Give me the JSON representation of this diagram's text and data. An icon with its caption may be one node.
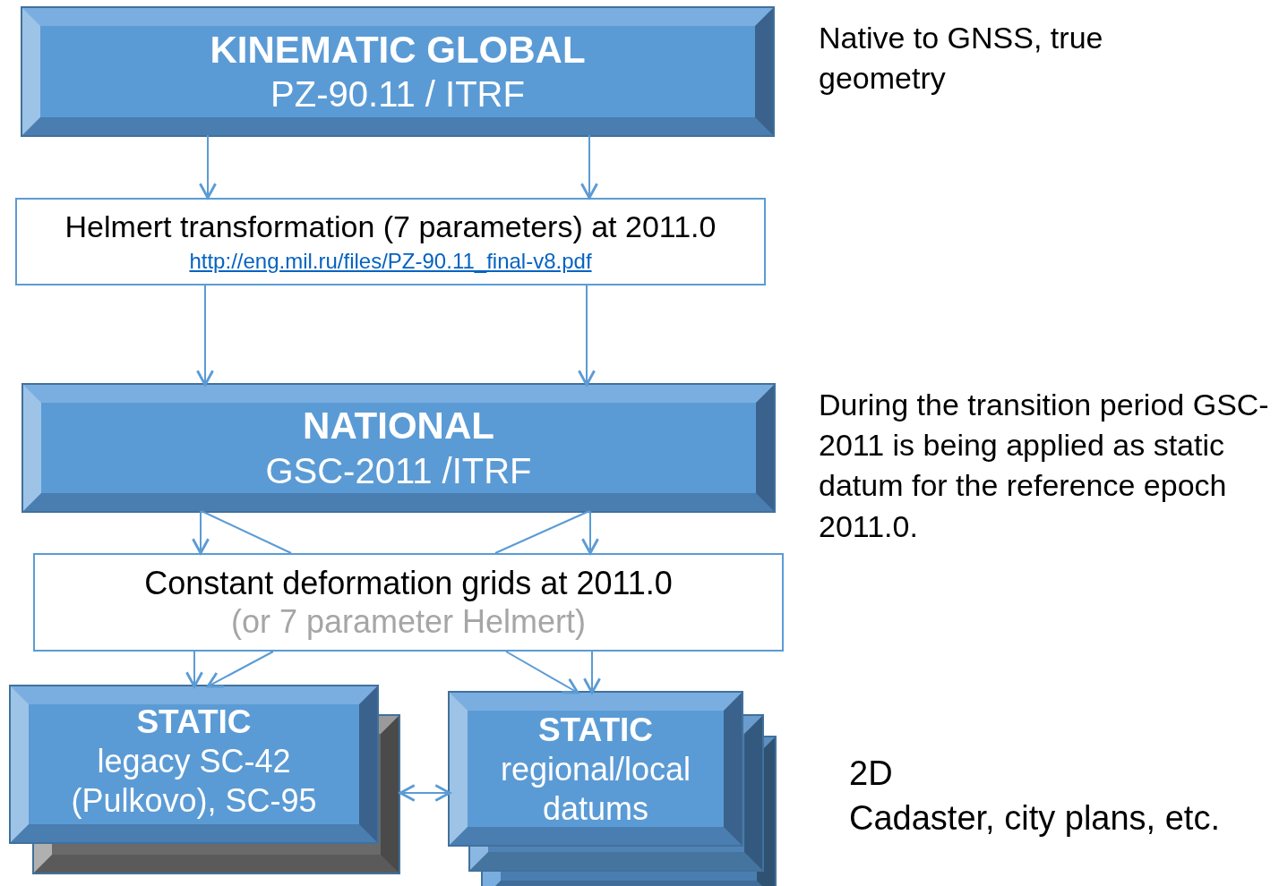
{
  "diagram": {
    "nodes": [
      {
        "text": [
          "KINEMATIC GLOBAL",
          "PZ-90.11 / ITRF"
        ]
      },
      {
        "text": [
          "Helmert transformation (7 parameters) at 2011.0",
          "http://eng.mil.ru/files/PZ-90.11_final-v8.pdf"
        ]
      },
      {
        "text": [
          "NATIONAL",
          "GSC-2011 /ITRF"
        ]
      },
      {
        "text": [
          "Constant deformation grids at 2011.0",
          "(or 7 parameter Helmert)"
        ]
      },
      {
        "text": [
          "STATIC",
          "legacy SC-42 (Pulkovo), SC-95"
        ]
      },
      {
        "text": [
          "STATIC",
          "regional/local datums"
        ]
      }
    ],
    "edges": [
      {
        "from": 0,
        "to": 1,
        "arrow": "to"
      },
      {
        "from": 0,
        "to": 1,
        "arrow": "to"
      },
      {
        "from": 1,
        "to": 2,
        "arrow": "to"
      },
      {
        "from": 1,
        "to": 2,
        "arrow": "to"
      },
      {
        "from": 2,
        "to": 3,
        "arrow": "to"
      },
      {
        "from": 2,
        "to": 3,
        "arrow": "none"
      },
      {
        "from": 2,
        "to": 3,
        "arrow": "none"
      },
      {
        "from": 2,
        "to": 3,
        "arrow": "to"
      },
      {
        "from": 3,
        "to": 4,
        "arrow": "to"
      },
      {
        "from": 3,
        "to": 4,
        "arrow": "to"
      },
      {
        "from": 3,
        "to": 5,
        "arrow": "to"
      },
      {
        "from": 3,
        "to": 5,
        "arrow": "to"
      },
      {
        "from": 4,
        "to": 5,
        "arrow": "both"
      }
    ],
    "labels": [
      "Native to GNSS, true geometry",
      "During the transition period GSC-2011 is being applied as static datum for the reference epoch 2011.0.",
      "2D",
      "Cadaster, city plans, etc."
    ]
  }
}
